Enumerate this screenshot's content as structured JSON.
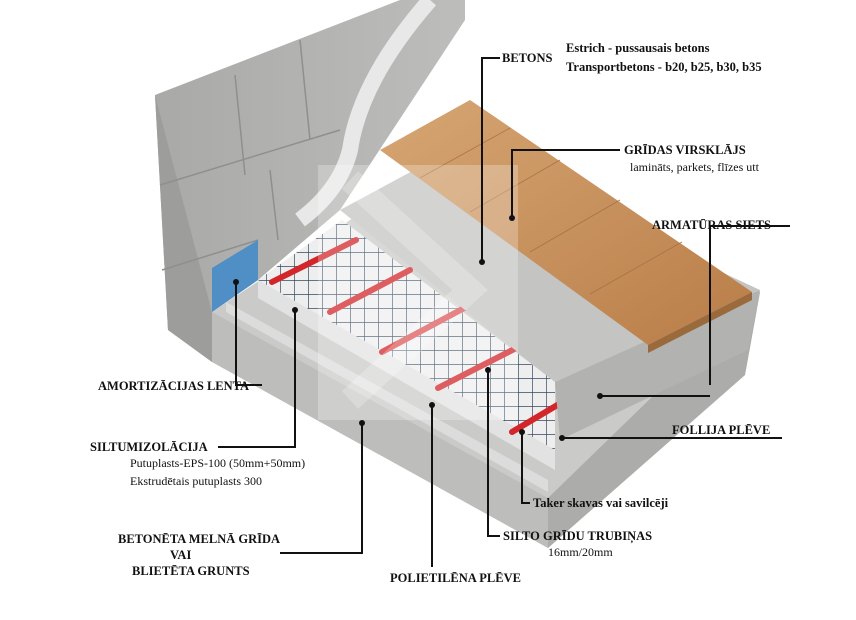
{
  "labels": {
    "betons": {
      "title": "BETONS",
      "line1": "Estrich - pussausais betons",
      "line2": "Transportbetons - b20, b25, b30, b35"
    },
    "gridas_virsklajs": {
      "title": "GRĪDAS VIRSKLĀJS",
      "sub": "lamināts, parkets, flīzes utt"
    },
    "armaturas_siets": {
      "title": "ARMATŪRAS SIETS"
    },
    "amortizacijas_lenta": {
      "title": "AMORTIZĀCIJAS LENTA"
    },
    "siltumizolacija": {
      "title": "SILTUMIZOLĀCIJA",
      "line1": "Putuplasts-EPS-100 (50mm+50mm)",
      "line2": "Ekstrudētais putuplasts 300"
    },
    "follija_pleve": {
      "title": "FOLLIJA PLĒVE"
    },
    "taker_skavas": {
      "title": "Taker skavas vai savilcēji"
    },
    "silto_gridu_trubinas": {
      "title": "SILTO GRĪDU TRUBIŅAS",
      "sub": "16mm/20mm"
    },
    "betoneta_melna_grida": {
      "line1": "BETONĒTA MELNĀ GRĪDA",
      "line2": "VAI",
      "line3": "BLIETĒTA GRUNTS"
    },
    "polietilena_pleve": {
      "title": "POLIETILĒNA PLĒVE"
    }
  },
  "colors": {
    "concrete_block": "#b5b5b3",
    "concrete_slab": "#c9c9c7",
    "screed": "#c2c2c0",
    "insulation": "#eeeeee",
    "mesh": "#1f3550",
    "pipe": "#d3262a",
    "laminate": "#c8955f",
    "damping_tape": "#4f8fc6",
    "leader": "#111111"
  }
}
